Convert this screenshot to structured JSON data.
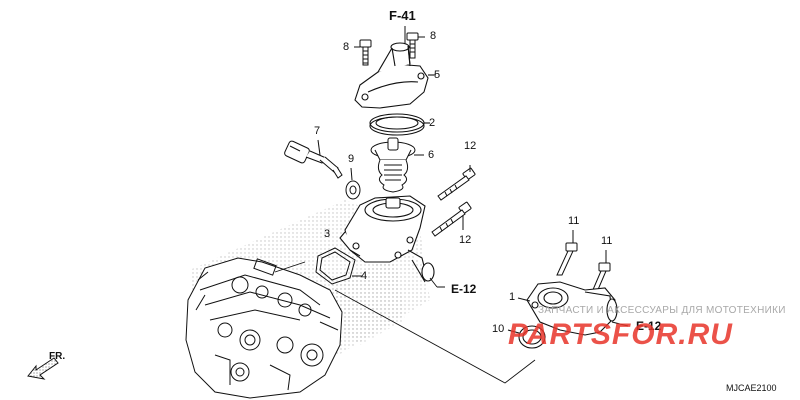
{
  "references": {
    "top": "F-41",
    "right_upper": "E-12",
    "right_lower": "E-12"
  },
  "part_labels": {
    "p1": "1",
    "p2": "2",
    "p3": "3",
    "p4": "4",
    "p5": "5",
    "p6": "6",
    "p7": "7",
    "p8_left": "8",
    "p8_right": "8",
    "p9": "9",
    "p10": "10",
    "p11_left": "11",
    "p11_right": "11",
    "p12_upper": "12",
    "p12_lower": "12"
  },
  "direction_label": "FR.",
  "diagram_code": "MJCAE2100",
  "watermark": {
    "caption": "ЗАПЧАСТИ И АКСЕССУАРЫ ДЛЯ МОТОТЕХНИКИ",
    "logo": "PARTSFOR.RU",
    "logo_color": "#e8352a"
  },
  "colors": {
    "line": "#111111",
    "halftone": "#9a9a9a",
    "watermark_text": "#a8a8a8"
  }
}
